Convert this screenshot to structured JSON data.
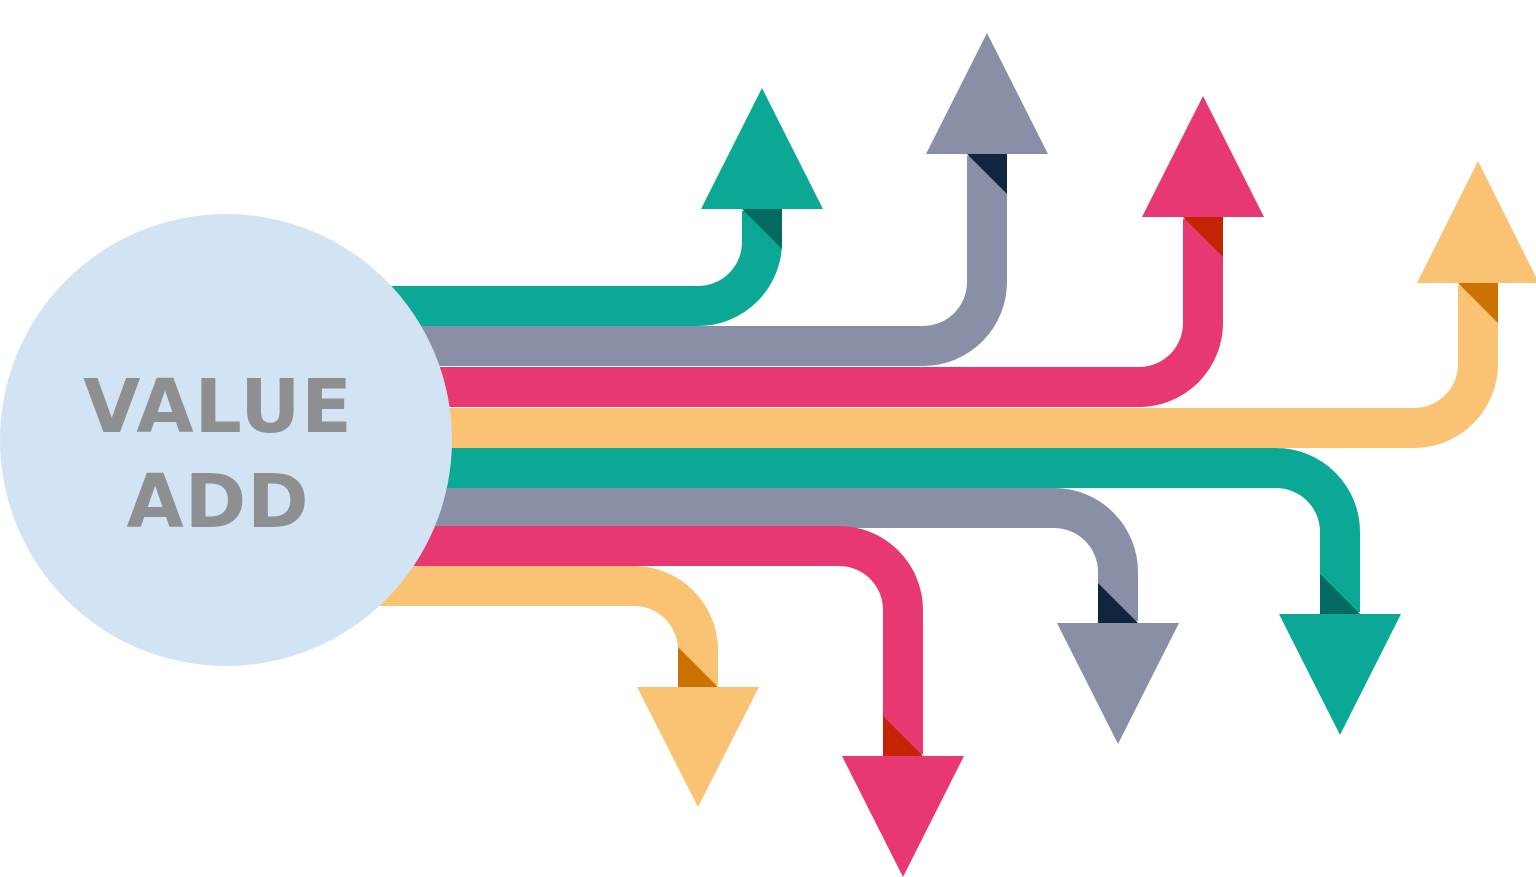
{
  "center": {
    "line1": "VALUE",
    "line2": "ADD",
    "fill": "#d2e3f3",
    "text_color": "#8d8f90"
  },
  "colors": {
    "teal": "#0ca896",
    "teal_shadow": "#026a61",
    "slate": "#8a8fa8",
    "slate_shadow": "#11263e",
    "pink": "#e83871",
    "pink_shadow": "#c42404",
    "orange": "#fac374",
    "orange_shadow": "#cb7202"
  },
  "arrows": [
    {
      "name": "arrow-up-teal",
      "color": "teal",
      "direction": "up"
    },
    {
      "name": "arrow-up-slate",
      "color": "slate",
      "direction": "up"
    },
    {
      "name": "arrow-up-pink",
      "color": "pink",
      "direction": "up"
    },
    {
      "name": "arrow-up-orange",
      "color": "orange",
      "direction": "up"
    },
    {
      "name": "arrow-down-teal",
      "color": "teal",
      "direction": "down"
    },
    {
      "name": "arrow-down-slate",
      "color": "slate",
      "direction": "down"
    },
    {
      "name": "arrow-down-pink",
      "color": "pink",
      "direction": "down"
    },
    {
      "name": "arrow-down-orange",
      "color": "orange",
      "direction": "down"
    }
  ]
}
